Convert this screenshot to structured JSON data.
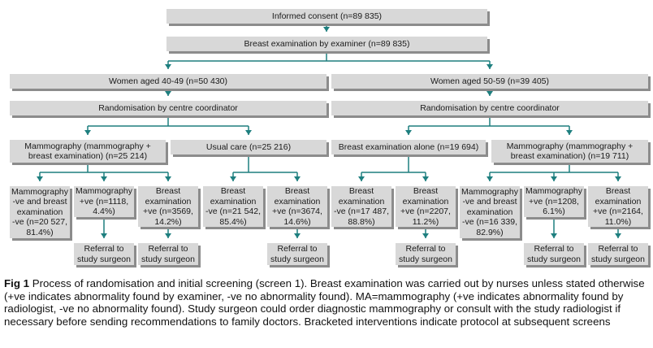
{
  "nodes": {
    "consent": "Informed consent (n=89 835)",
    "breast_exam": "Breast examination by examiner (n=89 835)",
    "age40": "Women aged 40-49 (n=50 430)",
    "age50": "Women aged 50-59 (n=39 405)",
    "rand40": "Randomisation by centre coordinator",
    "rand50": "Randomisation by centre coordinator",
    "mam40": "Mammography (mammography +\nbreast examination) (n=25 214)",
    "usual40": "Usual care (n=25 216)",
    "bea50": "Breast examination alone (n=19 694)",
    "mam50": "Mammography (mammography +\nbreast examination) (n=19 711)",
    "l1": "Mammography\n-ve and breast\nexamination\n-ve (n=20 527,\n81.4%)",
    "l2": "Mammography\n+ve (n=1118,\n4.4%)",
    "l3": "Breast\nexamination\n+ve (n=3569,\n14.2%)",
    "l4": "Breast\nexamination\n-ve (n=21 542,\n85.4%)",
    "l5": "Breast\nexamination\n+ve (n=3674,\n14.6%)",
    "l6": "Breast\nexamination\n-ve (n=17 487,\n88.8%)",
    "l7": "Breast\nexamination\n+ve (n=2207,\n11.2%)",
    "l8": "Mammography\n-ve and breast\nexamination\n-ve (n=16 339,\n82.9%)",
    "l9": "Mammography\n+ve (n=1208,\n6.1%)",
    "l10": "Breast\nexamination\n+ve (n=2164,\n11.0%)",
    "r1": "Referral to\nstudy surgeon",
    "r2": "Referral to\nstudy surgeon",
    "r3": "Referral to\nstudy surgeon",
    "r4": "Referral to\nstudy surgeon",
    "r5": "Referral to\nstudy surgeon",
    "r6": "Referral to\nstudy surgeon"
  },
  "caption": {
    "label": "Fig 1",
    "text": " Process of randomisation and initial screening (screen 1). Breast examination was carried out by nurses unless stated otherwise (+ve indicates abnormality found by examiner, -ve no abnormality found). MA=mammography (+ve indicates abnormality found by radiologist, -ve no abnormality found). Study surgeon could order diagnostic mammography or consult with the study radiologist if necessary before sending recommendations to family doctors. Bracketed interventions indicate protocol at subsequent screens"
  },
  "colors": {
    "box": "#d8d8d8",
    "shadow": "#8c8c8c",
    "connector": "#1e7f7f"
  }
}
